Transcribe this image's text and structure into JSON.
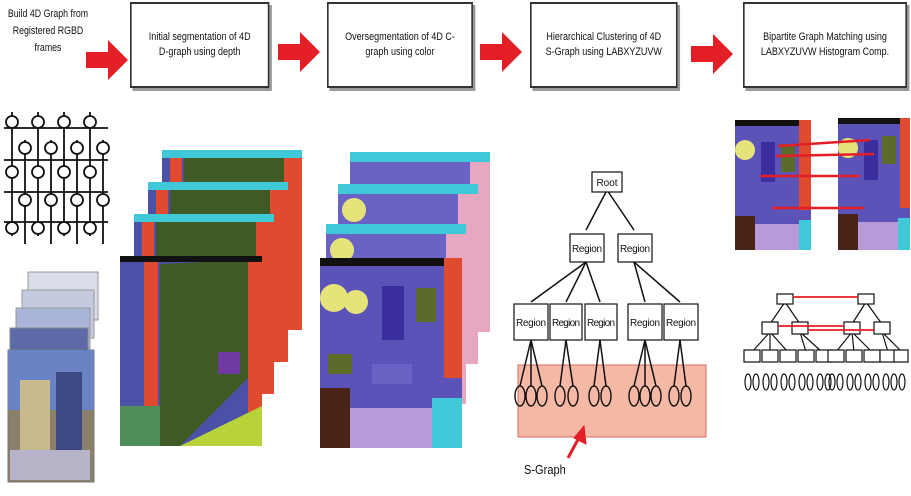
{
  "steps": {
    "build": "Build 4D Graph from Registered RGBD frames",
    "initial": "Initial segmentation of 4D D-graph using depth",
    "overseg": "Oversegmentation of 4D C-graph using color",
    "hier": "Hierarchical Clustering of 4D S-Graph using LABXYZUVW",
    "bipartite": "Bipartite Graph Matching using LABXYZUVW Histogram Comp."
  },
  "tree": {
    "root": "Root",
    "region": "Region"
  },
  "sgraph_label": "S-Graph",
  "colors": {
    "arrow": "#e41e26",
    "highlight": "#f4b8a4",
    "blue": "#4b51a6",
    "olive": "#3f5a24",
    "red": "#e04a2e",
    "lime": "#b8d23a",
    "cyan": "#3ec8d8",
    "pink": "#e8a7c0",
    "lavender": "#b89ad8",
    "yellow": "#e6e37a",
    "brown": "#4a2416"
  }
}
